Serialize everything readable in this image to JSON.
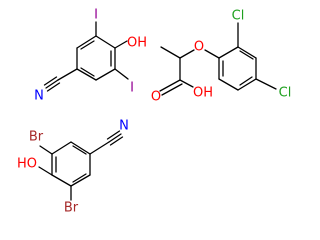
{
  "background_color": "#ffffff",
  "bond_color": "#000000",
  "element_colors": {
    "N": "#0000ff",
    "O": "#ff0000",
    "I": "#940094",
    "Cl": "#1fa01f",
    "Br": "#a62929"
  },
  "molecules": [
    {
      "atom_labels": {
        "iodo_top": "I",
        "hydroxyl": "OH",
        "iodo_bottom": "I",
        "nitrile_n": "N"
      }
    },
    {
      "atom_labels": {
        "chloro_top": "Cl",
        "ether_o": "O",
        "chloro_para": "Cl",
        "carboxyl_o": "O",
        "carboxyl_oh": "OH"
      }
    },
    {
      "atom_labels": {
        "bromo_top": "Br",
        "hydroxyl": "HO",
        "bromo_bottom": "Br",
        "nitrile_n": "N"
      }
    }
  ]
}
